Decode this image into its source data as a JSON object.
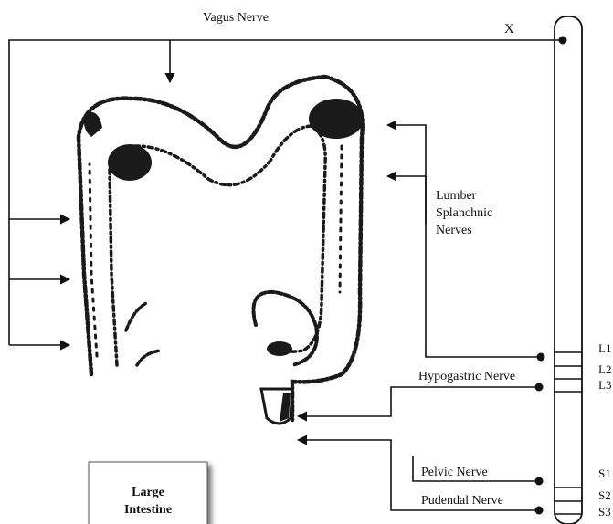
{
  "diagram": {
    "labels": {
      "vagus_nerve": "Vagus Nerve",
      "x_marker": "X",
      "lumbar_splanchnic_line1": "Lumber",
      "lumbar_splanchnic_line2": "Splanchnic",
      "lumbar_splanchnic_line3": "Nerves",
      "hypogastric_nerve": "Hypogastric Nerve",
      "pelvic_nerve": "Pelvic Nerve",
      "pudendal_nerve": "Pudendal Nerve",
      "organ_line1": "Large",
      "organ_line2": "Intestine"
    },
    "spinal_segments": {
      "l1": "L1",
      "l2": "L2",
      "l3": "L3",
      "s1": "S1",
      "s2": "S2",
      "s3": "S3"
    },
    "colors": {
      "ink": "#111111",
      "background": "#ffffff"
    }
  }
}
